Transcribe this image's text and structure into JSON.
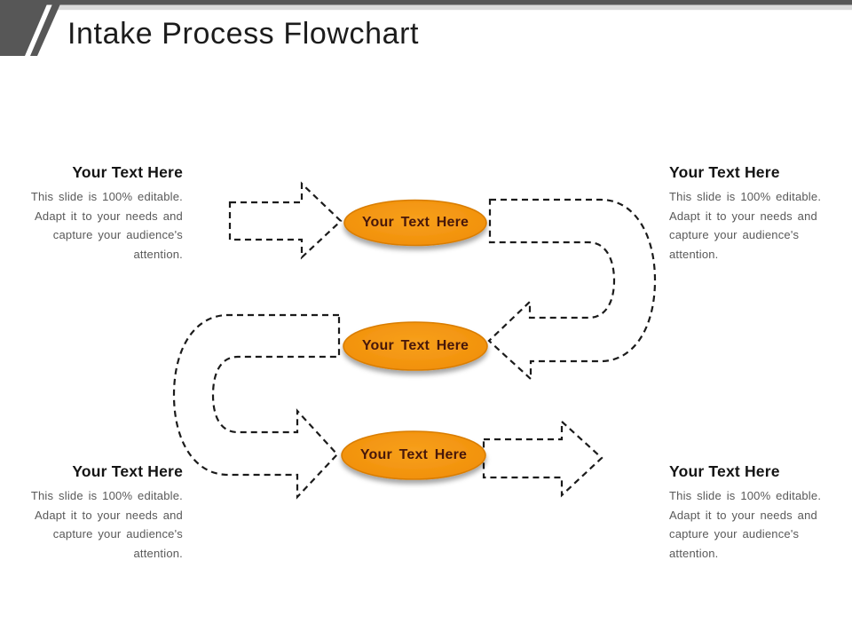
{
  "slide": {
    "title": "Intake Process Flowchart"
  },
  "colors": {
    "ribbon_dark_gray": "#575757",
    "ribbon_light_gray": "#dbdbdb",
    "ellipse_orange": "#f2920d",
    "ellipse_border_orange": "#d97d06",
    "ellipse_text": "#47170a",
    "body_text_gray": "#595959",
    "arrow_outline": "#1b1b1b",
    "title_text": "#1c1c1c"
  },
  "ellipses": [
    {
      "label": "Your Text Here"
    },
    {
      "label": "Your Text Here"
    },
    {
      "label": "Your Text Here"
    }
  ],
  "arrows": [
    {
      "name": "straight-arrow-into-step-1",
      "direction": "right",
      "style": "dashed-outline"
    },
    {
      "name": "u-turn-arrow-right-side",
      "direction": "right-down-left",
      "style": "dashed-outline"
    },
    {
      "name": "u-turn-arrow-left-side",
      "direction": "left-down-right",
      "style": "dashed-outline"
    },
    {
      "name": "straight-arrow-out-of-step-3",
      "direction": "right",
      "style": "dashed-outline"
    }
  ],
  "text_blocks": [
    {
      "position": "top-left",
      "title": "Your Text Here",
      "lines": [
        "This slide is 100% editable.",
        "Adapt it to your needs and",
        "capture your audience's",
        "attention."
      ]
    },
    {
      "position": "top-right",
      "title": "Your Text Here",
      "lines": [
        "This slide is 100% editable.",
        "Adapt it to your needs and",
        "capture your audience's",
        "attention."
      ]
    },
    {
      "position": "bottom-left",
      "title": "Your Text Here",
      "lines": [
        "This slide is 100% editable.",
        "Adapt it to your needs and",
        "capture your audience's",
        "attention."
      ]
    },
    {
      "position": "bottom-right",
      "title": "Your Text Here",
      "lines": [
        "This slide is 100% editable.",
        "Adapt it to your needs and",
        "capture your audience's",
        "attention."
      ]
    }
  ]
}
